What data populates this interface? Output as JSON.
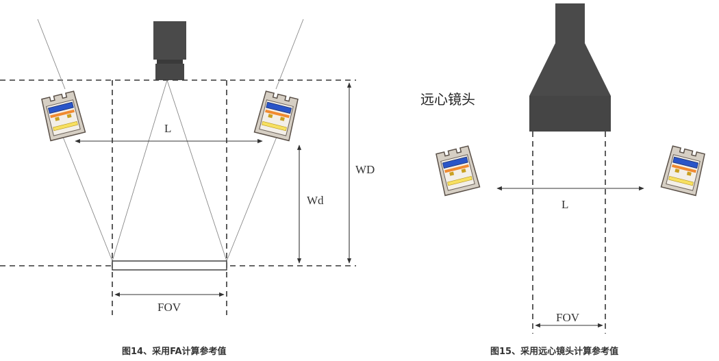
{
  "left_diagram": {
    "label_L": "L",
    "label_WD": "WD",
    "label_Wd": "Wd",
    "label_FOV": "FOV",
    "caption": "图14、采用FA计算参考值"
  },
  "right_diagram": {
    "lens_label": "远心镜头",
    "label_L": "L",
    "label_FOV": "FOV",
    "caption": "图15、采用远心镜头计算参考值"
  },
  "colors": {
    "camera": "#4a4a4a",
    "light_body": "#d0c8bc",
    "blue_bar": "#2a55c8",
    "orange_bar": "#f08a30",
    "yellow_bar": "#f7e060",
    "line": "#333333"
  }
}
